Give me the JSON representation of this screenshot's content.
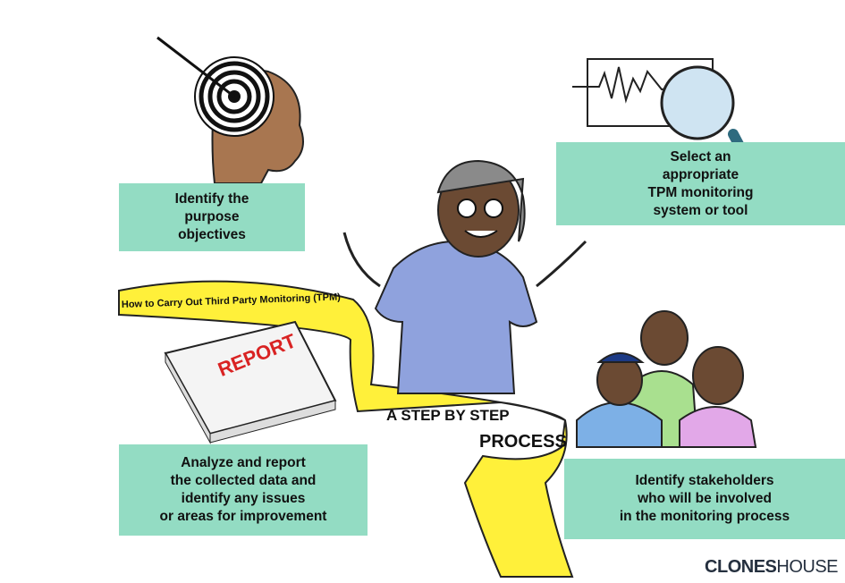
{
  "boxes": {
    "purpose": [
      "Identify the",
      "purpose",
      "objectives"
    ],
    "tool": [
      "Select an",
      "appropriate",
      "TPM monitoring",
      "system or tool"
    ],
    "report": [
      "Analyze and report",
      "the collected data and",
      "identify any issues",
      "or areas for improvement"
    ],
    "stakeholders": [
      "Identify stakeholders",
      "who will be involved",
      "in the monitoring process"
    ]
  },
  "ribbon": {
    "title": "How to Carry Out Third Party Monitoring (TPM)",
    "step": "A STEP BY STEP",
    "process": "PROCESS"
  },
  "report_stamp": "REPORT",
  "brand": {
    "bold": "CLONES",
    "light": "HOUSE"
  },
  "colors": {
    "box": "#93dcc3",
    "ribbon": "#fff03a",
    "dress": "#8fa2dd"
  }
}
